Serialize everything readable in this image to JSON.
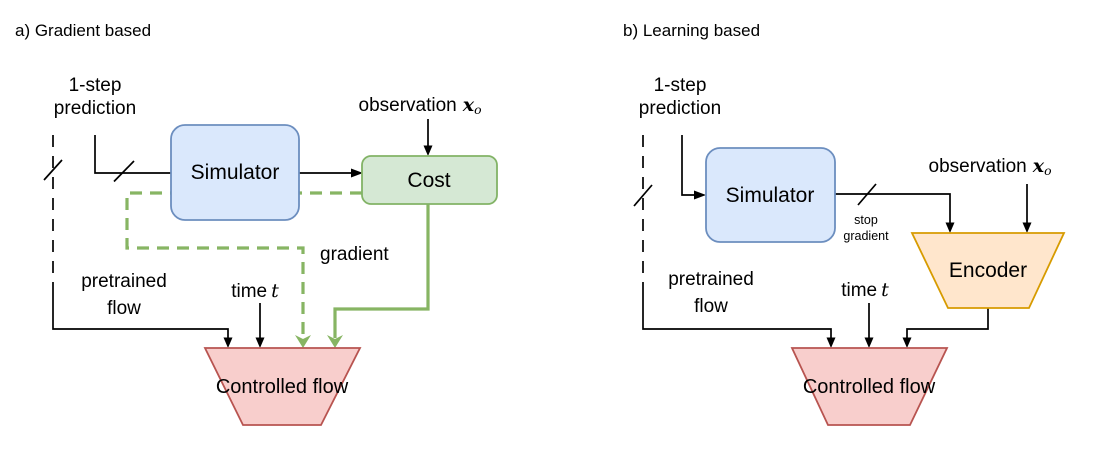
{
  "panels": {
    "a": {
      "title": "a) Gradient based",
      "labels": {
        "one_step": [
          "1-step",
          "prediction"
        ],
        "observation": {
          "text": "observation",
          "var": "x",
          "sub": "o"
        },
        "pretrained": [
          "pretrained",
          "flow"
        ],
        "time": {
          "text": "time",
          "var": "t"
        },
        "gradient": "gradient"
      },
      "nodes": {
        "simulator": "Simulator",
        "cost": "Cost",
        "controlled_flow": [
          "Controlled",
          "flow"
        ]
      }
    },
    "b": {
      "title": "b) Learning based",
      "labels": {
        "one_step": [
          "1-step",
          "prediction"
        ],
        "observation": {
          "text": "observation",
          "var": "x",
          "sub": "o"
        },
        "pretrained": [
          "pretrained",
          "flow"
        ],
        "time": {
          "text": "time",
          "var": "t"
        },
        "stop_gradient": [
          "stop",
          "gradient"
        ]
      },
      "nodes": {
        "simulator": "Simulator",
        "encoder": "Encoder",
        "controlled_flow": [
          "Controlled",
          "flow"
        ]
      }
    }
  },
  "colors": {
    "black_line": "#000000",
    "green_line": "#87b563",
    "simulator_fill": "#dae8fc",
    "simulator_stroke": "#6c8ebf",
    "cost_fill": "#d5e8d4",
    "cost_stroke": "#82b366",
    "encoder_fill": "#ffe6cc",
    "encoder_stroke": "#d79b00",
    "flow_fill": "#f8cecc",
    "flow_stroke": "#b85450"
  }
}
